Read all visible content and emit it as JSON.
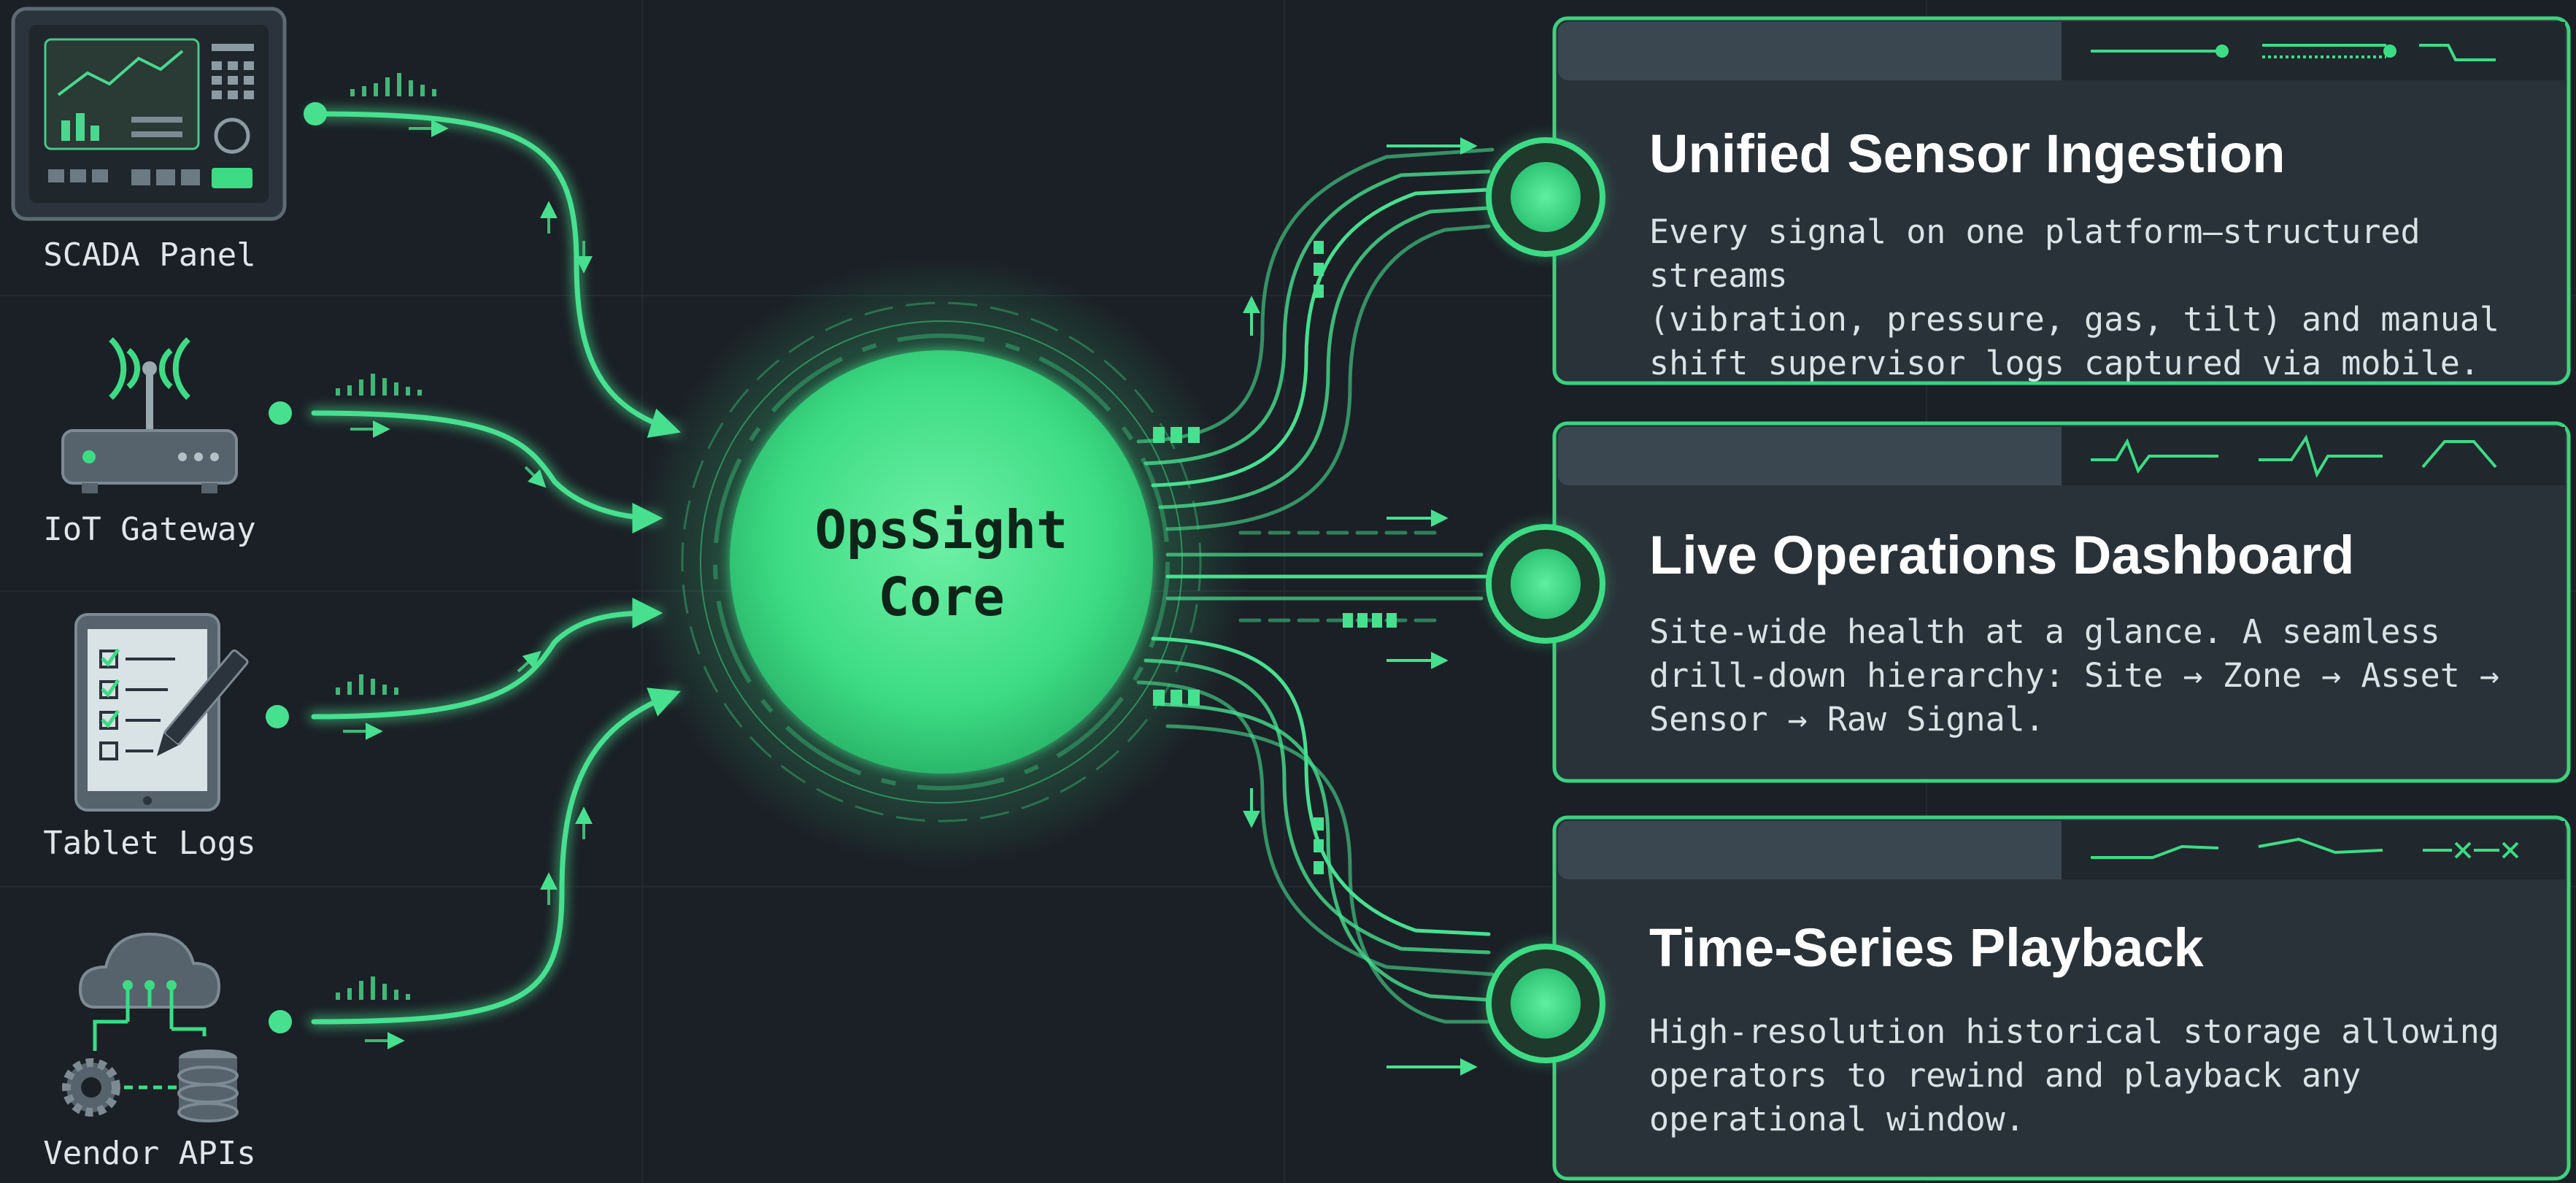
{
  "sources": [
    {
      "label": "SCADA Panel",
      "icon": "scada-panel-icon"
    },
    {
      "label": "IoT Gateway",
      "icon": "iot-gateway-icon"
    },
    {
      "label": "Tablet Logs",
      "icon": "tablet-logs-icon"
    },
    {
      "label": "Vendor APIs",
      "icon": "vendor-apis-icon"
    }
  ],
  "core": {
    "label": "OpsSight\nCore"
  },
  "features": [
    {
      "title": "Unified Sensor Ingestion",
      "description": "Every signal on one platform—structured streams\n(vibration, pressure, gas, tilt) and manual\nshift supervisor logs captured via mobile."
    },
    {
      "title": "Live Operations Dashboard",
      "description": "Site-wide health at a glance. A seamless\ndrill-down hierarchy: Site → Zone → Asset →\nSensor → Raw Signal."
    },
    {
      "title": "Time-Series Playback",
      "description": "High-resolution historical storage allowing\noperators to rewind and playback any\noperational window."
    }
  ],
  "colors": {
    "accent": "#3ddc84",
    "glow": "#47e08f",
    "background": "#1b2026",
    "card": "#2a333b"
  }
}
